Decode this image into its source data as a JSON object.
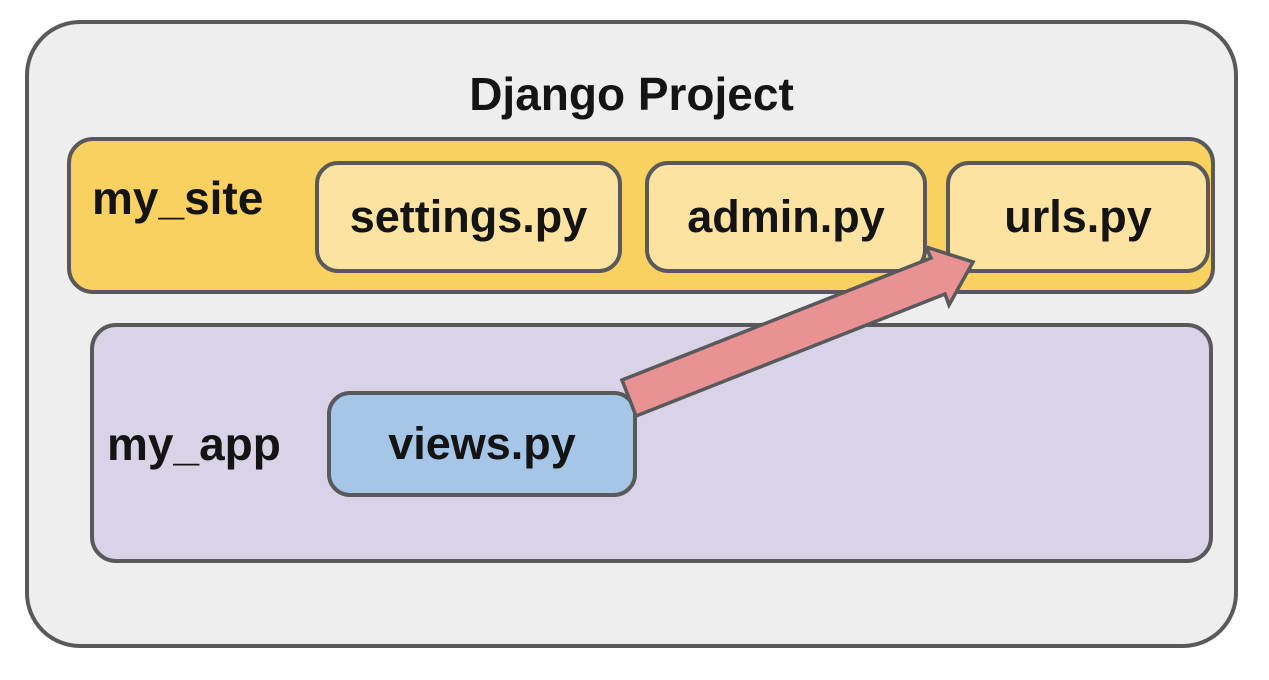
{
  "diagram": {
    "title": "Django Project",
    "groups": [
      {
        "label": "my_site",
        "files": [
          "settings.py",
          "admin.py",
          "urls.py"
        ]
      },
      {
        "label": "my_app",
        "files": [
          "views.py"
        ]
      }
    ],
    "arrow": {
      "from": "views.py",
      "to": "urls.py",
      "fill": "#e99294",
      "stroke": "#59595b"
    },
    "colors": {
      "outer_fill": "#efeeef",
      "border": "#59595b",
      "site_band_fill": "#f9d160",
      "site_file_fill": "#fce3a2",
      "app_band_fill": "#d8d3e7",
      "app_file_fill": "#a6c6e8",
      "text": "#141414"
    }
  }
}
